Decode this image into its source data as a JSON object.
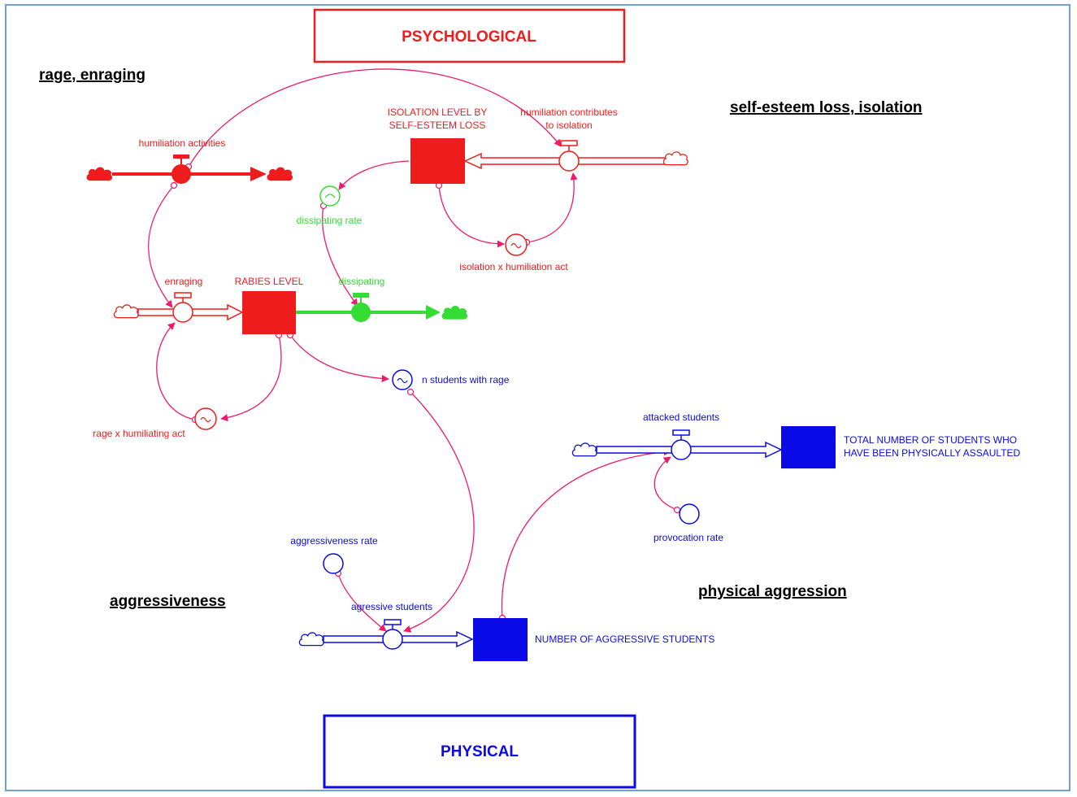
{
  "titles": {
    "psychological": "PSYCHOLOGICAL",
    "physical": "PHYSICAL"
  },
  "sections": {
    "rage": "rage, enraging",
    "self_esteem": "self-esteem loss, isolation",
    "aggressiveness": "aggressiveness",
    "physical_aggression": "physical aggression"
  },
  "stocks": {
    "isolation_line1": "ISOLATION LEVEL BY",
    "isolation_line2": "SELF-ESTEEM LOSS",
    "rabies": "RABIES LEVEL",
    "aggressive": "NUMBER OF AGGRESSIVE STUDENTS",
    "assaulted_line1": "TOTAL NUMBER OF STUDENTS WHO",
    "assaulted_line2": "HAVE BEEN PHYSICALLY ASSAULTED"
  },
  "flows": {
    "humiliation_activities": "humiliation activities",
    "humiliation_contributes_line1": "humiliation contributes",
    "humiliation_contributes_line2": "to isolation",
    "enraging": "enraging",
    "dissipating": "dissipating",
    "agressive_students": "agressive students",
    "attacked_students": "attacked students"
  },
  "converters": {
    "dissipating_rate": "dissipating rate",
    "isolation_x_humiliation": "isolation x humiliation act",
    "rage_x_humiliating": "rage x humiliating act",
    "n_students_with_rage": "n students with rage",
    "aggressiveness_rate": "aggressiveness rate",
    "provocation_rate": "provocation rate"
  },
  "colors": {
    "red": "#ee1c1c",
    "green": "#33dd33",
    "blue": "#0a0ae6",
    "connector": "#ee1a6e",
    "frame": "#6fa0d8"
  }
}
